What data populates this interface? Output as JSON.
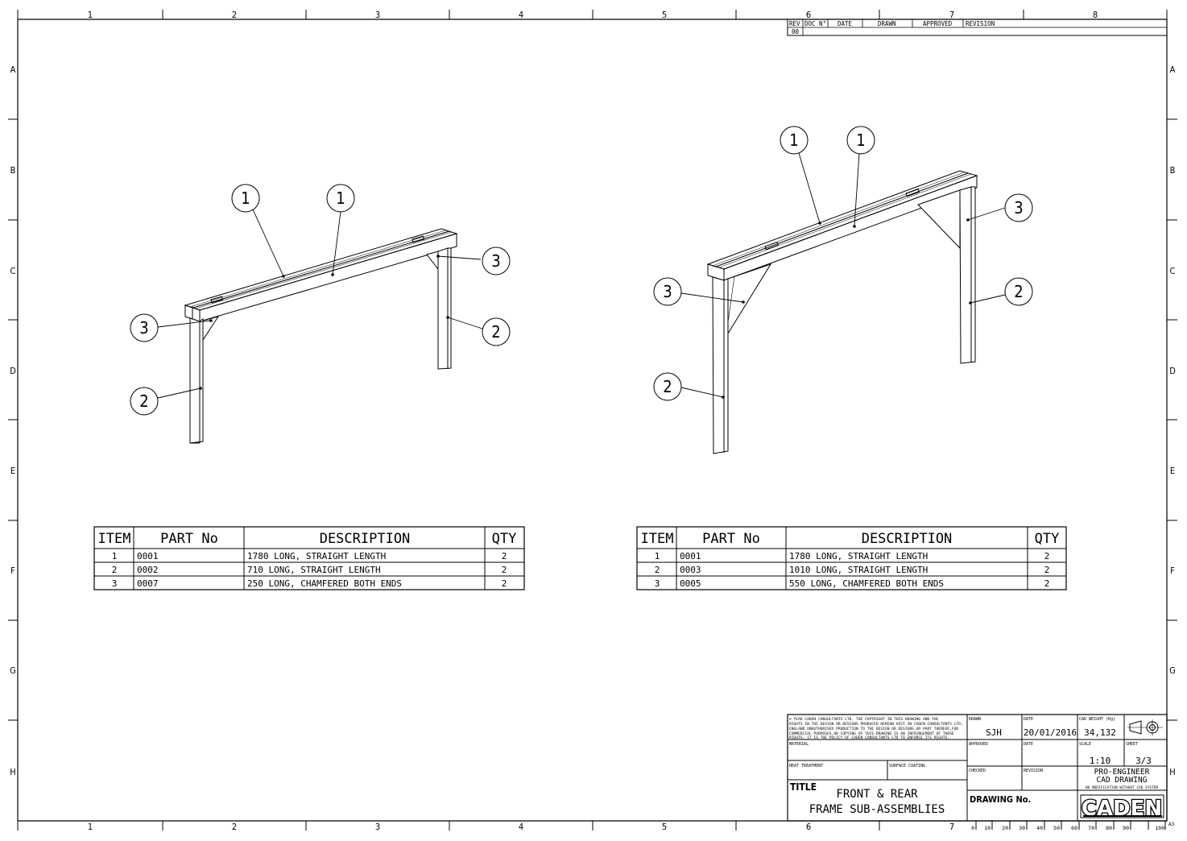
{
  "border": {
    "col_labels": [
      "1",
      "2",
      "3",
      "4",
      "5",
      "6",
      "7",
      "8"
    ],
    "row_labels": [
      "A",
      "B",
      "C",
      "D",
      "E",
      "F",
      "G",
      "H"
    ]
  },
  "revision_table": {
    "headers": [
      "REV",
      "DOC N°",
      "DATE",
      "DRAWN",
      "APPROVED",
      "REVISION"
    ],
    "rows": [
      [
        "00",
        "",
        "",
        "",
        "",
        ""
      ]
    ]
  },
  "views": {
    "front": {
      "balloons": [
        "1",
        "1",
        "3",
        "3",
        "2",
        "2"
      ],
      "bom": {
        "headers": [
          "ITEM",
          "PART No",
          "DESCRIPTION",
          "QTY"
        ],
        "rows": [
          {
            "item": "1",
            "part": "0001",
            "desc": "1780 LONG, STRAIGHT LENGTH",
            "qty": "2"
          },
          {
            "item": "2",
            "part": "0002",
            "desc": "710 LONG, STRAIGHT LENGTH",
            "qty": "2"
          },
          {
            "item": "3",
            "part": "0007",
            "desc": "250 LONG, CHAMFERED BOTH ENDS",
            "qty": "2"
          }
        ]
      }
    },
    "rear": {
      "balloons": [
        "1",
        "1",
        "3",
        "3",
        "2",
        "2"
      ],
      "bom": {
        "headers": [
          "ITEM",
          "PART No",
          "DESCRIPTION",
          "QTY"
        ],
        "rows": [
          {
            "item": "1",
            "part": "0001",
            "desc": "1780 LONG, STRAIGHT LENGTH",
            "qty": "2"
          },
          {
            "item": "2",
            "part": "0003",
            "desc": "1010 LONG, STRAIGHT LENGTH",
            "qty": "2"
          },
          {
            "item": "3",
            "part": "0005",
            "desc": "550 LONG, CHAMFERED BOTH ENDS",
            "qty": "2"
          }
        ]
      }
    }
  },
  "title_block": {
    "copyright": [
      "© YEAR      CADEN CONSULTANTS LTD. THE COPYRIGHT IN THIS DRAWING AND THE",
      "RIGHTS IN THE DESIGN OR DESIGNS PRODUCED HEREON VEST IN CADEN CONSULTANTS LTD,",
      "ENGLAND.UNAUTHORISED PRODUCTION TO THE DESIGN OR DESIGNS,OR PART THEREOF,FOR",
      "COMMERCIAL PURPOSES,OR COPYING OF THIS DRAWING IS AN INFRINGEMENT OF THOSE",
      "RIGHTS. IT IS THE POLICY OF CADEN CONSULTANTS LTD TO ENFORCE ITS RIGHTS."
    ],
    "material_label": "MATERIAL",
    "heat_treatment_label": "HEAT TREATMENT",
    "surface_coating_label": "SURFACE COATING",
    "title_label": "TITLE",
    "title_line1": "FRONT & REAR",
    "title_line2": "FRAME SUB-ASSEMBLIES",
    "drawn_label": "DRAWN",
    "drawn_value": "SJH",
    "date_label": "DATE",
    "date_value": "20/01/2016",
    "cad_weight_label": "CAD WEIGHT (Kg)",
    "cad_weight_value": "34,132",
    "approved_label": "APPROVED",
    "date2_label": "DATE",
    "scale_label": "SCALE",
    "scale_value": "1:10",
    "sheet_label": "SHEET",
    "sheet_value": "3/3",
    "checked_label": "CHECKED",
    "revision_label": "REVISION",
    "system_line1": "PRO-ENGINEER",
    "system_line2": "CAD DRAWING",
    "system_note": "NO MODIFICATION WITHOUT CAD SYSTEM",
    "drawing_no_label": "DRAWING No.",
    "logo_text": "CADEN",
    "scale_bar": [
      "0",
      "10",
      "20",
      "30",
      "40",
      "50",
      "60",
      "70",
      "80",
      "90",
      "100"
    ],
    "sheet_size": "A3"
  }
}
